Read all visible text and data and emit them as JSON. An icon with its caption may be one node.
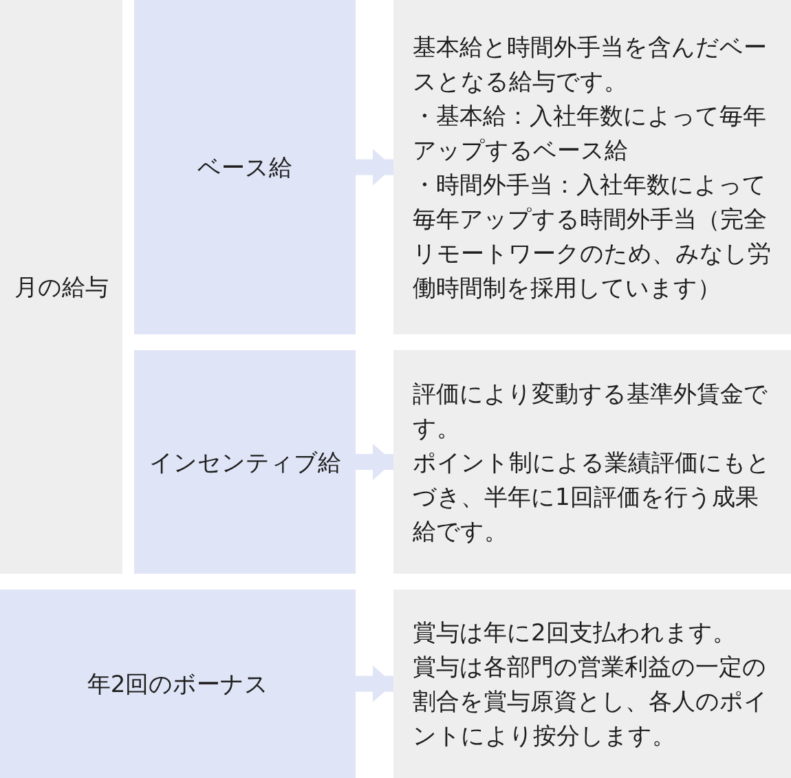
{
  "diagram": {
    "nodes": [
      {
        "text": [
          "月の給与"
        ]
      },
      {
        "text": [
          "ベース給"
        ]
      },
      {
        "text": [
          "基本給と時間外手当を含んだベースとなる給与です。",
          "・基本給：入社年数によって毎年アップするベース給",
          "・時間外手当：入社年数によって毎年アップする時間外手当（完全リモートワークのため、みなし労働時間制を採用しています）"
        ]
      },
      {
        "text": [
          "インセンティブ給"
        ]
      },
      {
        "text": [
          "評価により変動する基準外賃金です。",
          "ポイント制による業績評価にもとづき、半年に1回評価を行う成果給です。"
        ]
      },
      {
        "text": [
          "年2回のボーナス"
        ]
      },
      {
        "text": [
          "賞与は年に2回支払われます。",
          "賞与は各部門の営業利益の一定の割合を賞与原資とし、各人のポイントにより按分します。"
        ]
      }
    ],
    "edges": [
      {
        "from": 1,
        "to": 2,
        "arrow": "to"
      },
      {
        "from": 3,
        "to": 4,
        "arrow": "to"
      },
      {
        "from": 5,
        "to": 6,
        "arrow": "to"
      }
    ]
  }
}
